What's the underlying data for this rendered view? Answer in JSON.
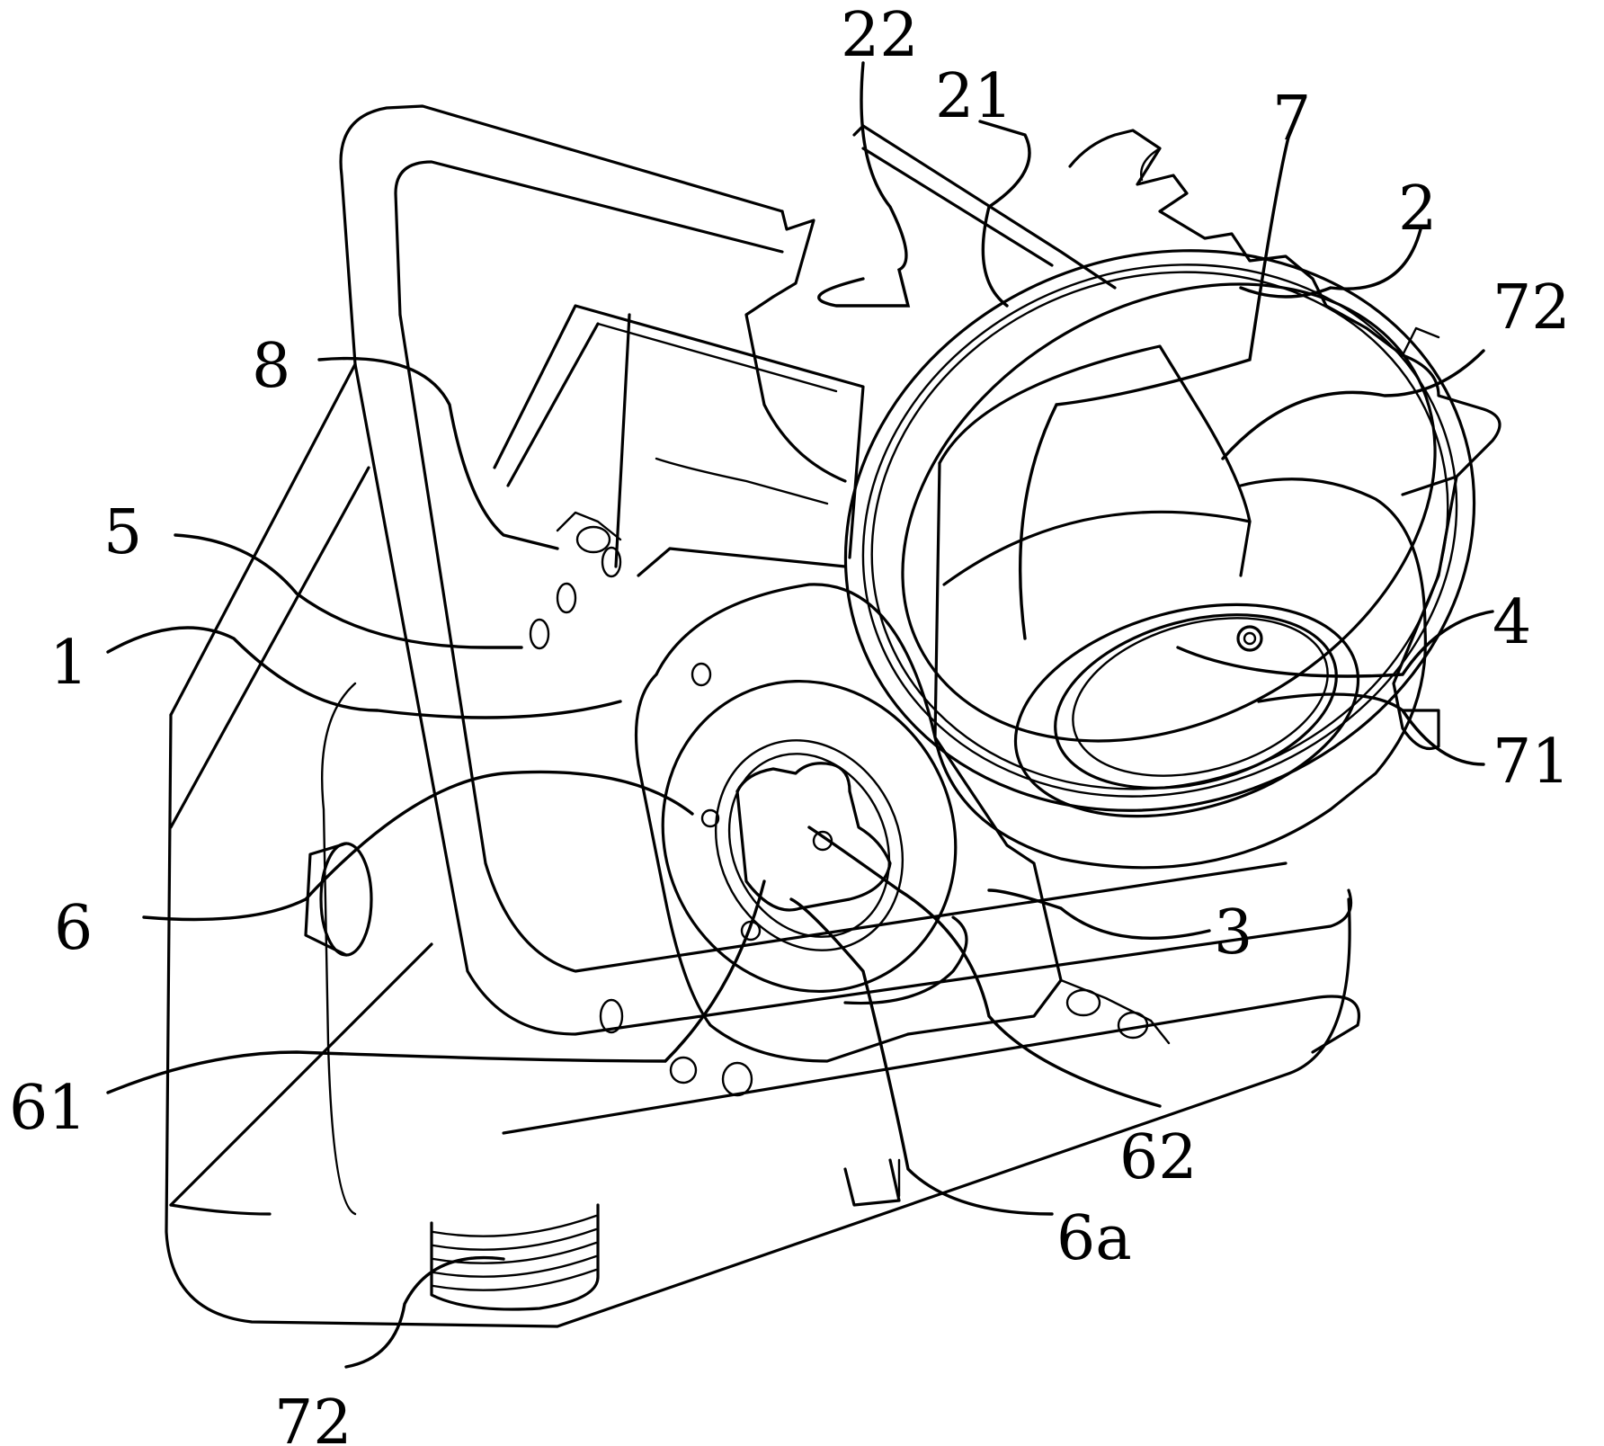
{
  "figure": {
    "labels": {
      "l22": "22",
      "l21": "21",
      "l7": "7",
      "l2": "2",
      "l72_top": "72",
      "l8": "8",
      "l5": "5",
      "l1": "1",
      "l4": "4",
      "l71": "71",
      "l6": "6",
      "l3": "3",
      "l61": "61",
      "l62": "62",
      "l6a": "6a",
      "l72_bottom": "72"
    }
  }
}
